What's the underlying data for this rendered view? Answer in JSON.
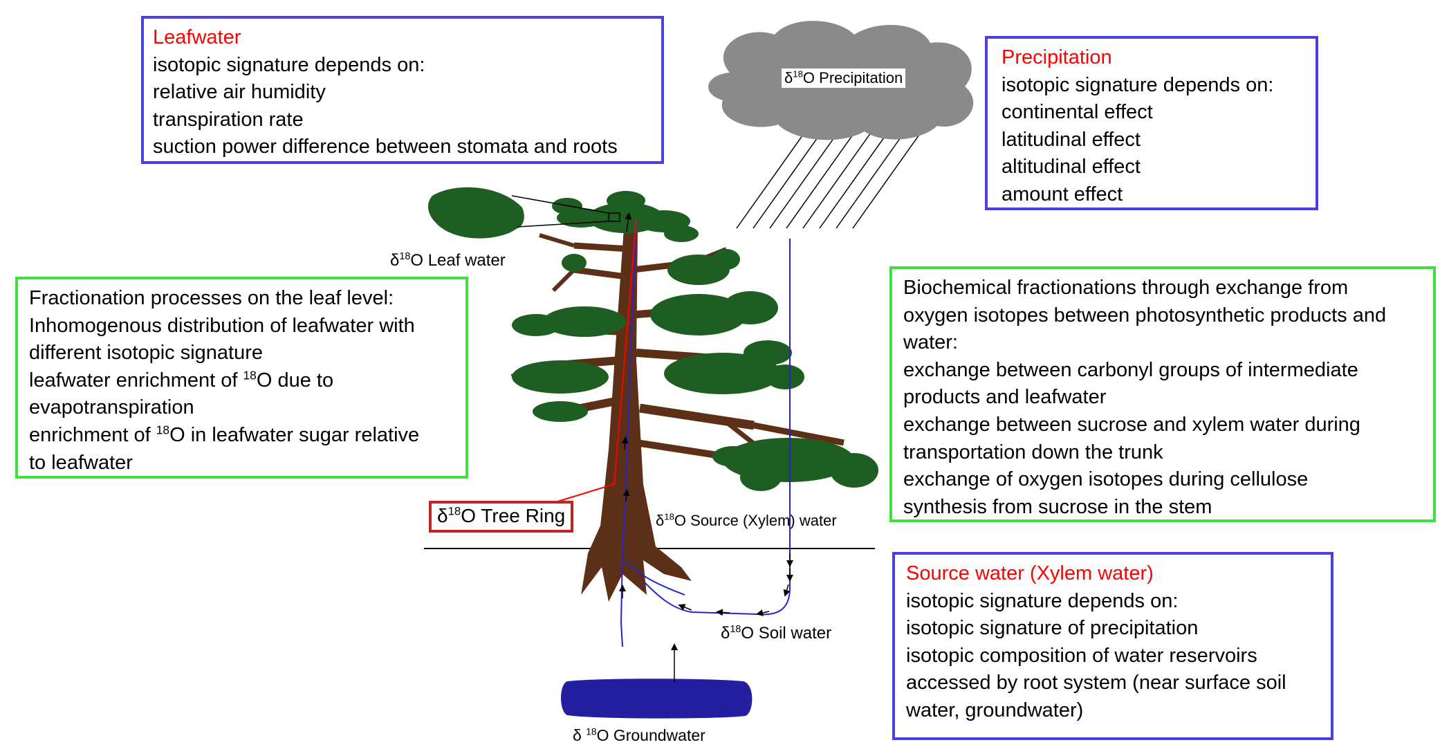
{
  "leafwater_box": {
    "title": "Leafwater",
    "lines": [
      "isotopic signature depends on:",
      "relative air humidity",
      "transpiration rate",
      "suction power difference between stomata and roots"
    ]
  },
  "precipitation_box": {
    "title": "Precipitation",
    "lines": [
      "isotopic signature depends on:",
      "continental effect",
      "latitudinal effect",
      "altitudinal effect",
      "amount effect"
    ]
  },
  "leaf_fractionation_box": {
    "l1": "Fractionation processes on the leaf level:",
    "l2": "Inhomogenous distribution of leafwater with",
    "l3": "different isotopic signature",
    "l4a": "leafwater enrichment of ",
    "l4sup": "18",
    "l4b": "O due to",
    "l5": "evapotranspiration",
    "l6a": "enrichment of ",
    "l6sup": "18",
    "l6b": "O in leafwater sugar relative",
    "l7": "to leafwater"
  },
  "biochemical_box": {
    "lines": [
      "Biochemical fractionations through exchange from",
      "oxygen isotopes between photosynthetic products and",
      "water:",
      "exchange between carbonyl groups of intermediate",
      "products and leafwater",
      "exchange between sucrose and xylem water during",
      "transportation down the trunk",
      "exchange of oxygen isotopes during cellulose",
      "synthesis from sucrose in the stem"
    ]
  },
  "source_box": {
    "title": "Source water (Xylem water)",
    "lines": [
      "isotopic signature depends on:",
      "isotopic signature of precipitation",
      "isotopic composition of water reservoirs",
      "accessed by root system (near surface soil",
      "water, groundwater)"
    ]
  },
  "labels": {
    "delta": "δ",
    "sup18": "18",
    "precip": "O Precipitation",
    "leaf_water": "O Leaf water",
    "tree_ring": "O Tree Ring",
    "source_water": "O Source (Xylem) water",
    "soil_water": "O Soil water",
    "groundwater": "O Groundwater"
  },
  "colors": {
    "box_blue": "#4b3fe0",
    "box_green": "#3fe03f",
    "title_red": "#ff0000",
    "foliage": "#1f5e22",
    "trunk": "#5b3016",
    "cloud": "#8a8a8c",
    "groundwater": "#231fa0",
    "water_path": "#2a22c8",
    "tree_ring_border": "#c02424"
  }
}
